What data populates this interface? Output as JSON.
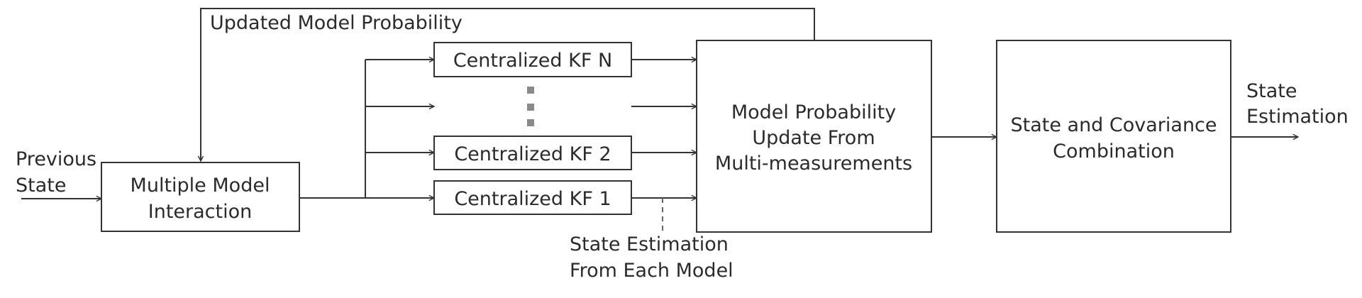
{
  "feedback_label": "Updated Model Probability",
  "input_label": {
    "line1": "Previous",
    "line2": "State"
  },
  "interaction_block": {
    "line1": "Multiple Model",
    "line2": "Interaction"
  },
  "filters": {
    "kf_n": "Centralized KF N",
    "kf_2": "Centralized KF 2",
    "kf_1": "Centralized KF 1"
  },
  "per_model_label": {
    "line1": "State Estimation",
    "line2": "From Each Model"
  },
  "probability_block": {
    "line1": "Model Probability",
    "line2": "Update From",
    "line3": "Multi-measurements"
  },
  "combination_block": {
    "line1": "State and Covariance",
    "line2": "Combination"
  },
  "output_label": {
    "line1": "State",
    "line2": "Estimation"
  }
}
